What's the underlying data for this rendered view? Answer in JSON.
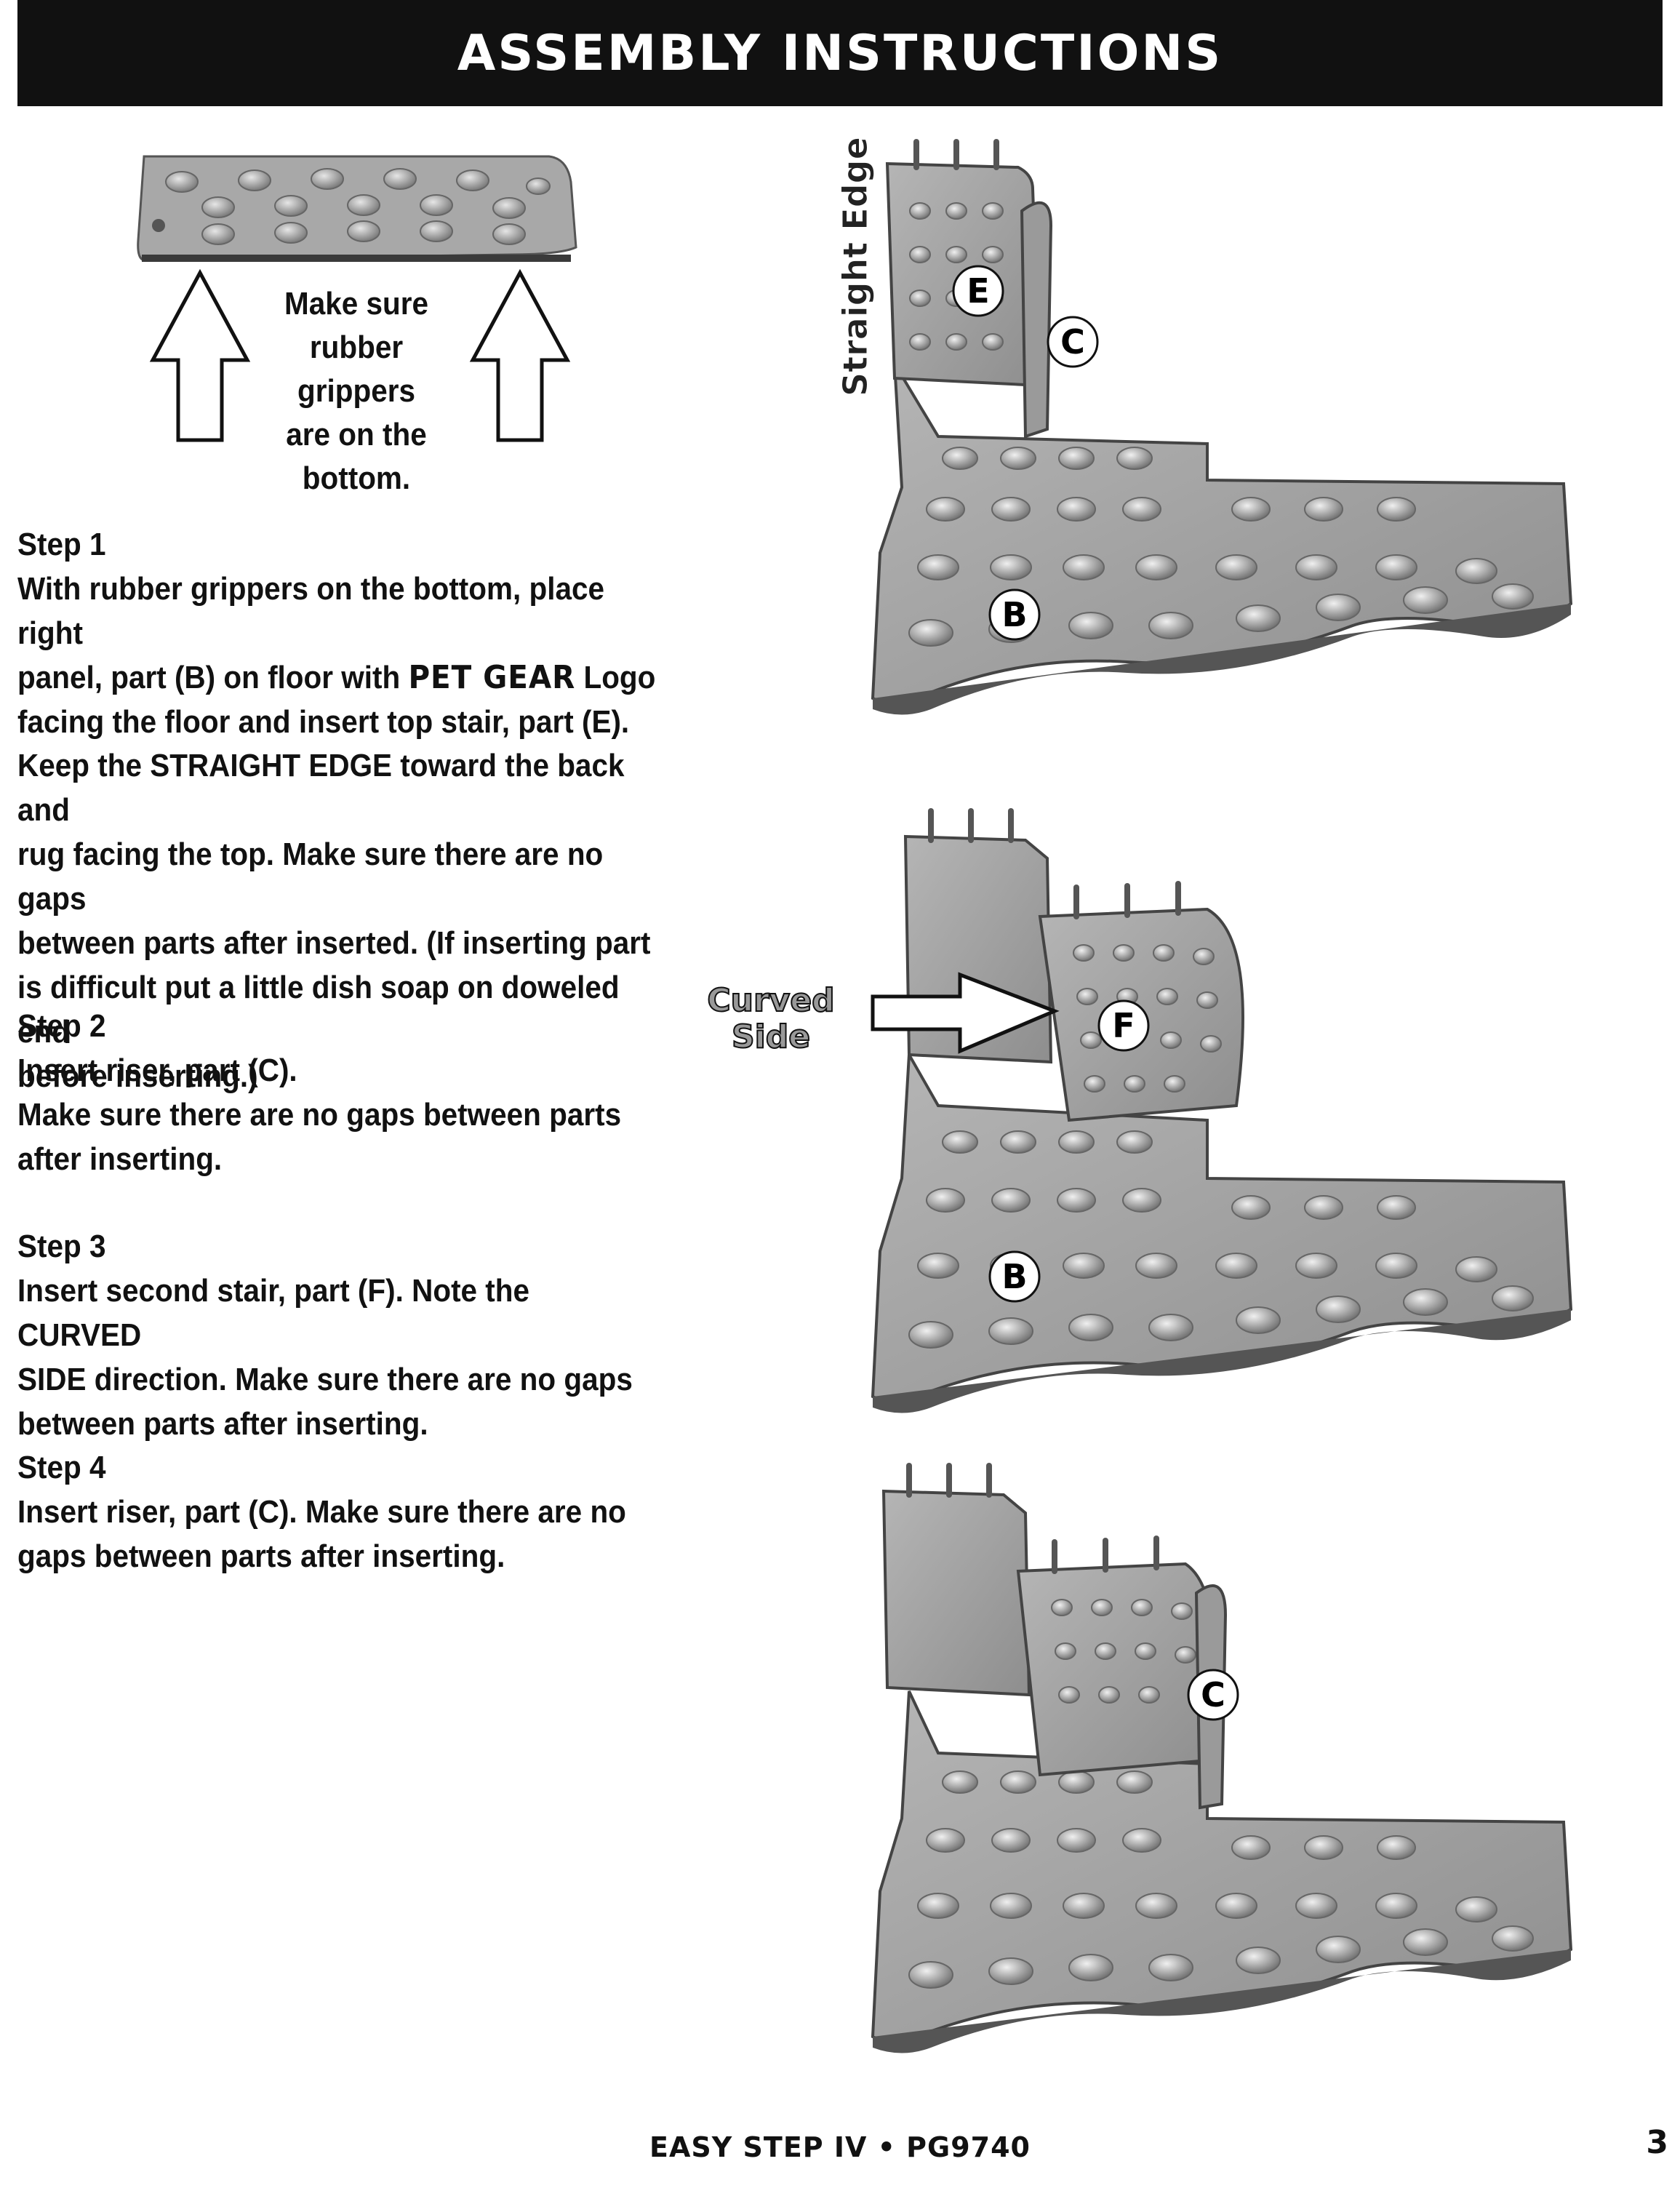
{
  "header": {
    "title": "ASSEMBLY INSTRUCTIONS"
  },
  "gripper_note": [
    "Make sure",
    "rubber",
    "grippers",
    "are on the",
    "bottom."
  ],
  "step1": {
    "heading": "Step 1",
    "line1": "With rubber grippers on the bottom, place right",
    "line2_a": "panel, part (B) on floor with ",
    "brand": "PET GEAR",
    "line2_b": " Logo",
    "line3": "facing the floor and insert top stair, part (E)."
  },
  "note": {
    "line1": "Keep the STRAIGHT EDGE toward the back and",
    "line2": "rug facing the top. Make sure there are no gaps",
    "line3": "between parts after inserted. (If inserting part",
    "line4": "is difficult put a little dish soap on doweled end",
    "line5": "before inserting.)"
  },
  "step2": {
    "heading": "Step 2",
    "line1": "Insert riser, part (C).",
    "line2": "Make sure there are no gaps between parts",
    "line3": "after inserting."
  },
  "step3": {
    "heading": "Step 3",
    "line1": "Insert second stair, part (F). Note the CURVED",
    "line2": "SIDE direction. Make sure there are no gaps",
    "line3": "between parts after inserting."
  },
  "step4": {
    "heading": "Step 4",
    "line1": "Insert riser, part (C). Make sure there are no",
    "line2": "gaps between parts after inserting."
  },
  "figure1": {
    "edge_label": "Straight Edge",
    "label_e": "E",
    "label_c": "C",
    "label_b": "B"
  },
  "figure2": {
    "curved_line1": "Curved",
    "curved_line2": "Side",
    "label_f": "F",
    "label_b": "B"
  },
  "figure3": {
    "label_c": "C"
  },
  "footer": {
    "title": "EASY STEP IV • PG9740",
    "page_number": "3"
  }
}
